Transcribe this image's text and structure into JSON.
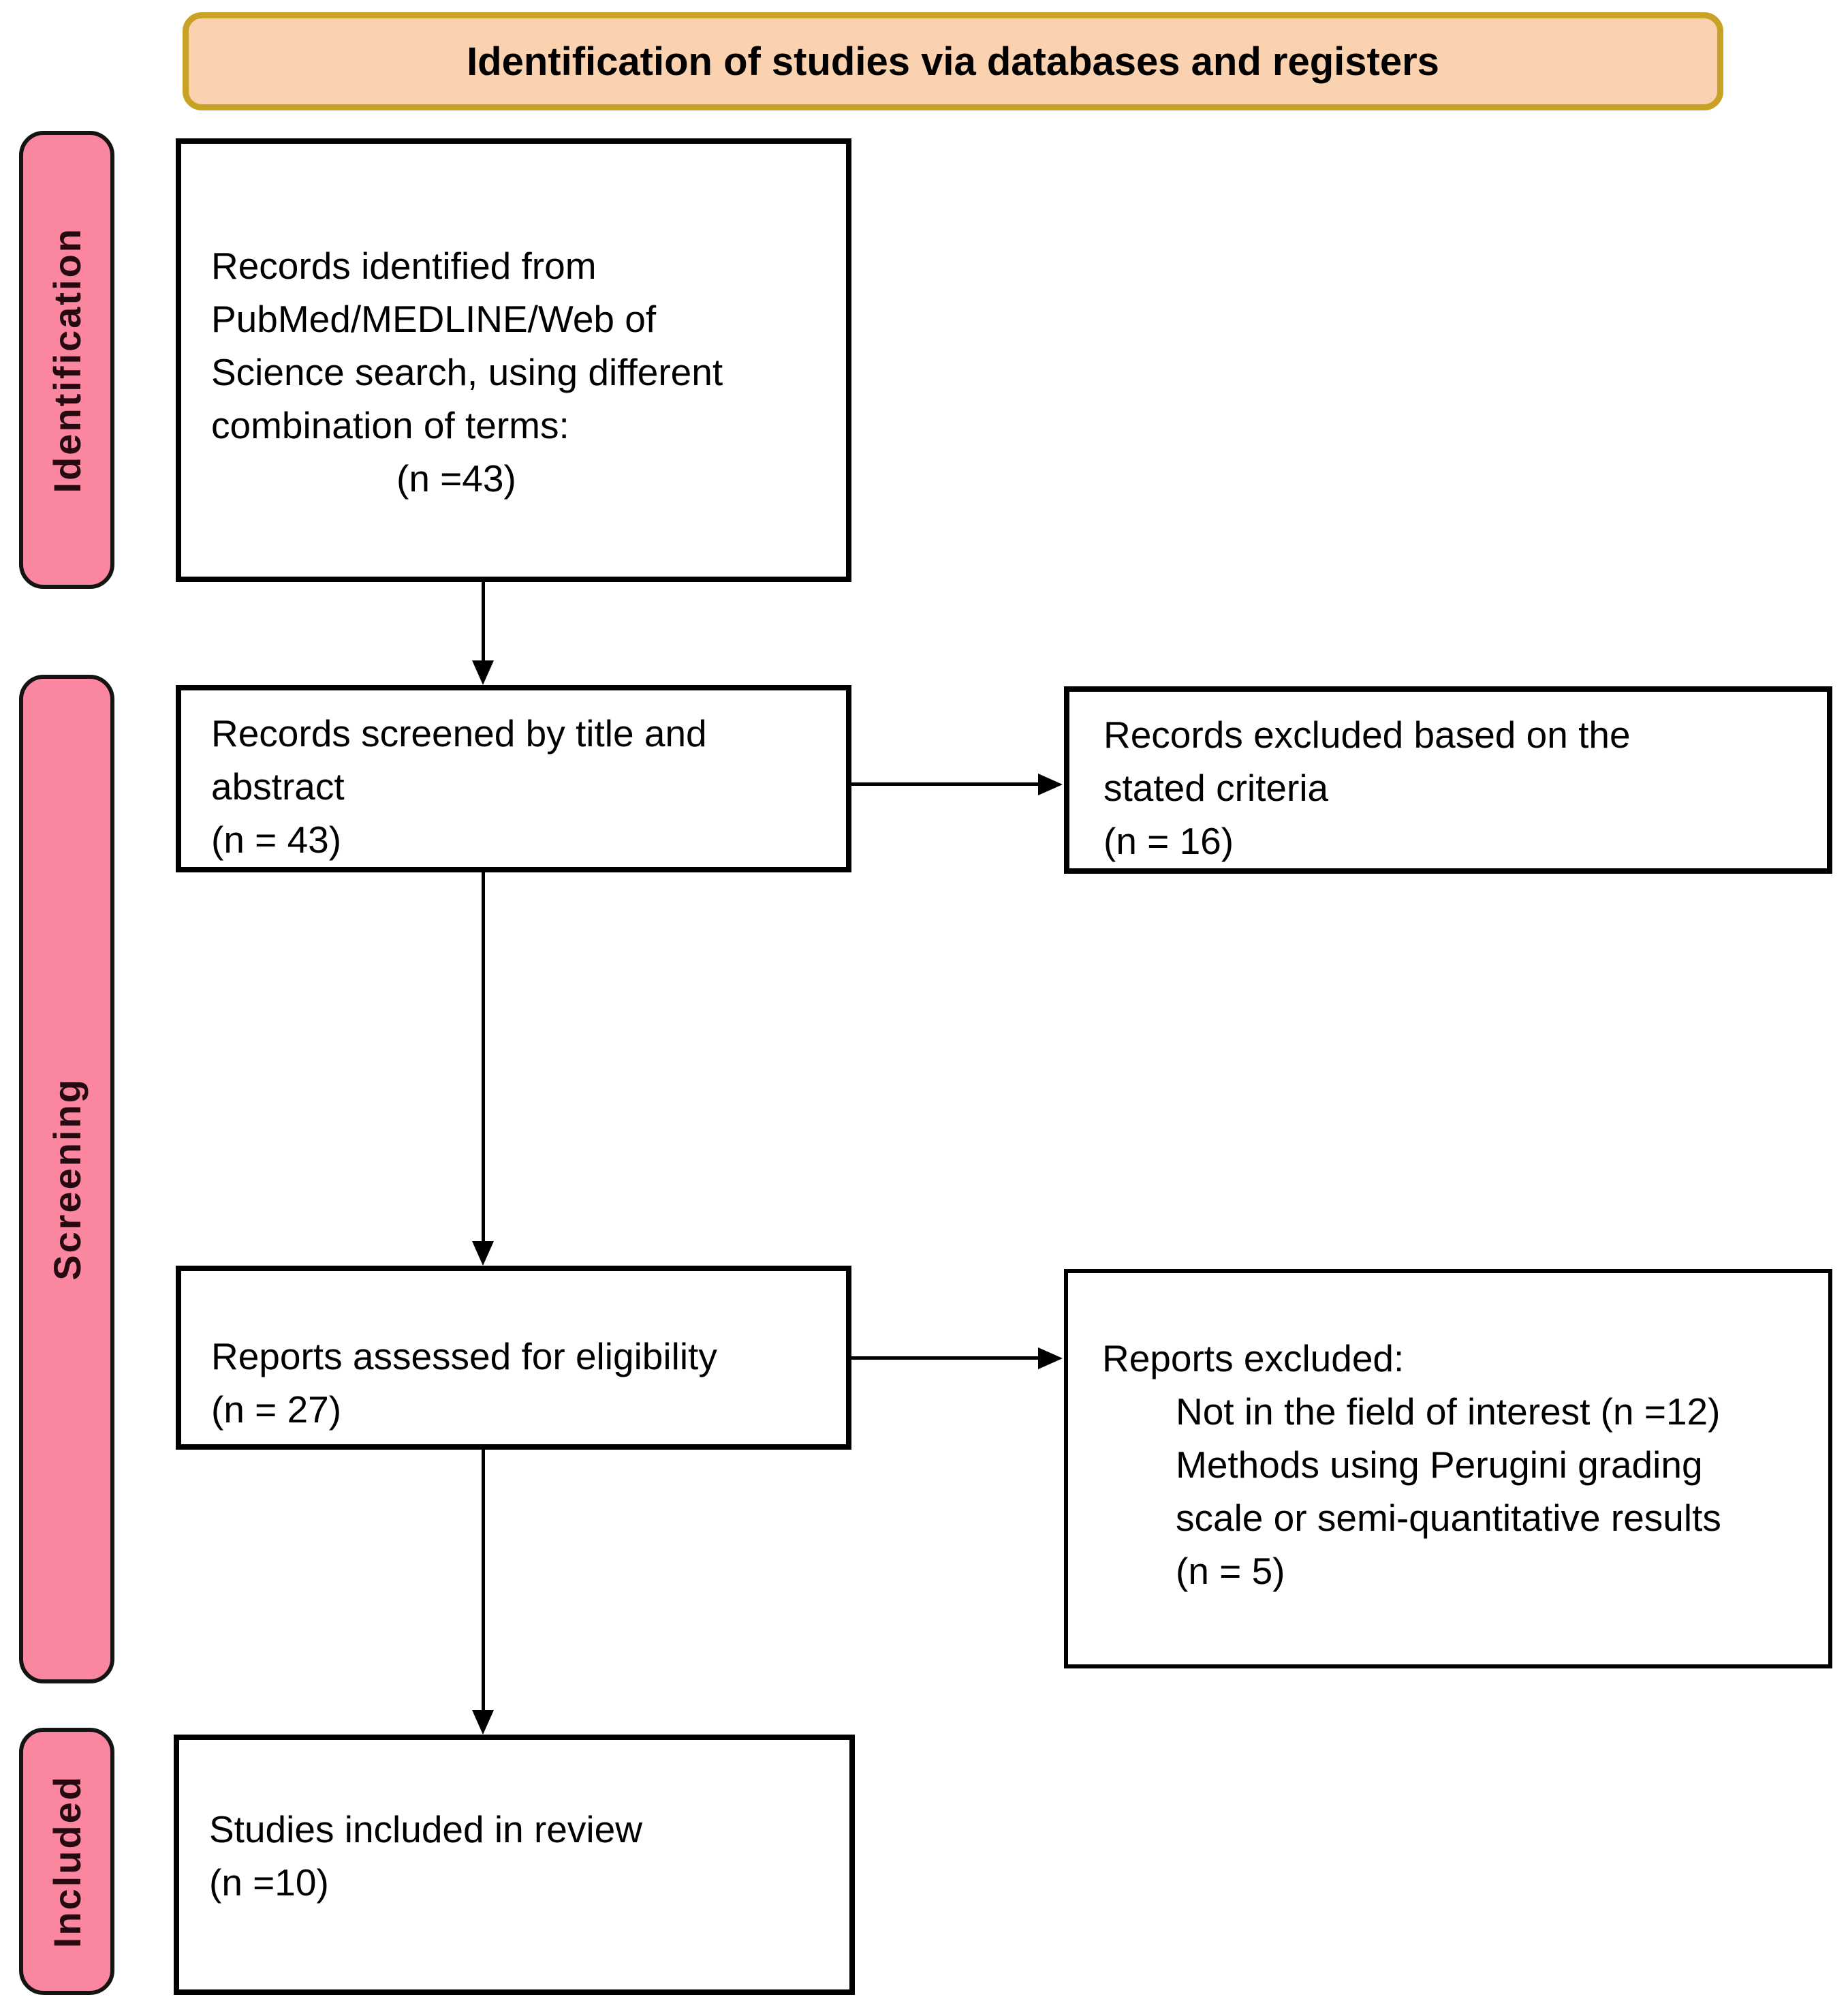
{
  "banner": {
    "title": "Identification of studies via databases and registers"
  },
  "side_labels": {
    "identification": "Identification",
    "screening": "Screening",
    "included": "Included"
  },
  "colors": {
    "banner_fill": "#FBD2B0",
    "banner_border": "#C9A125",
    "side_label_fill": "#FB86A0",
    "side_label_border": "#141414",
    "box_border": "#000000",
    "background": "#FFFFFF"
  },
  "boxes": {
    "identified": {
      "lines": [
        "Records identified from",
        "PubMed/MEDLINE/Web of",
        "Science search, using different",
        "combination of terms:"
      ],
      "count": "(n =43)"
    },
    "screened": {
      "lines": [
        "Records screened by title and",
        "abstract"
      ],
      "count": "(n = 43)"
    },
    "assessed": {
      "lines": [
        "Reports assessed for eligibility"
      ],
      "count": "(n = 27)"
    },
    "included": {
      "lines": [
        "Studies included in review"
      ],
      "count": "(n =10)"
    },
    "records_excluded": {
      "lines": [
        "Records excluded based on the",
        "stated criteria"
      ],
      "count": "(n = 16)"
    },
    "reports_excluded": {
      "header": "Reports excluded:",
      "lines": [
        "Not in the field of interest (n =12)",
        "Methods using Perugini grading",
        "scale or semi-quantitative results",
        "(n = 5)"
      ]
    }
  }
}
